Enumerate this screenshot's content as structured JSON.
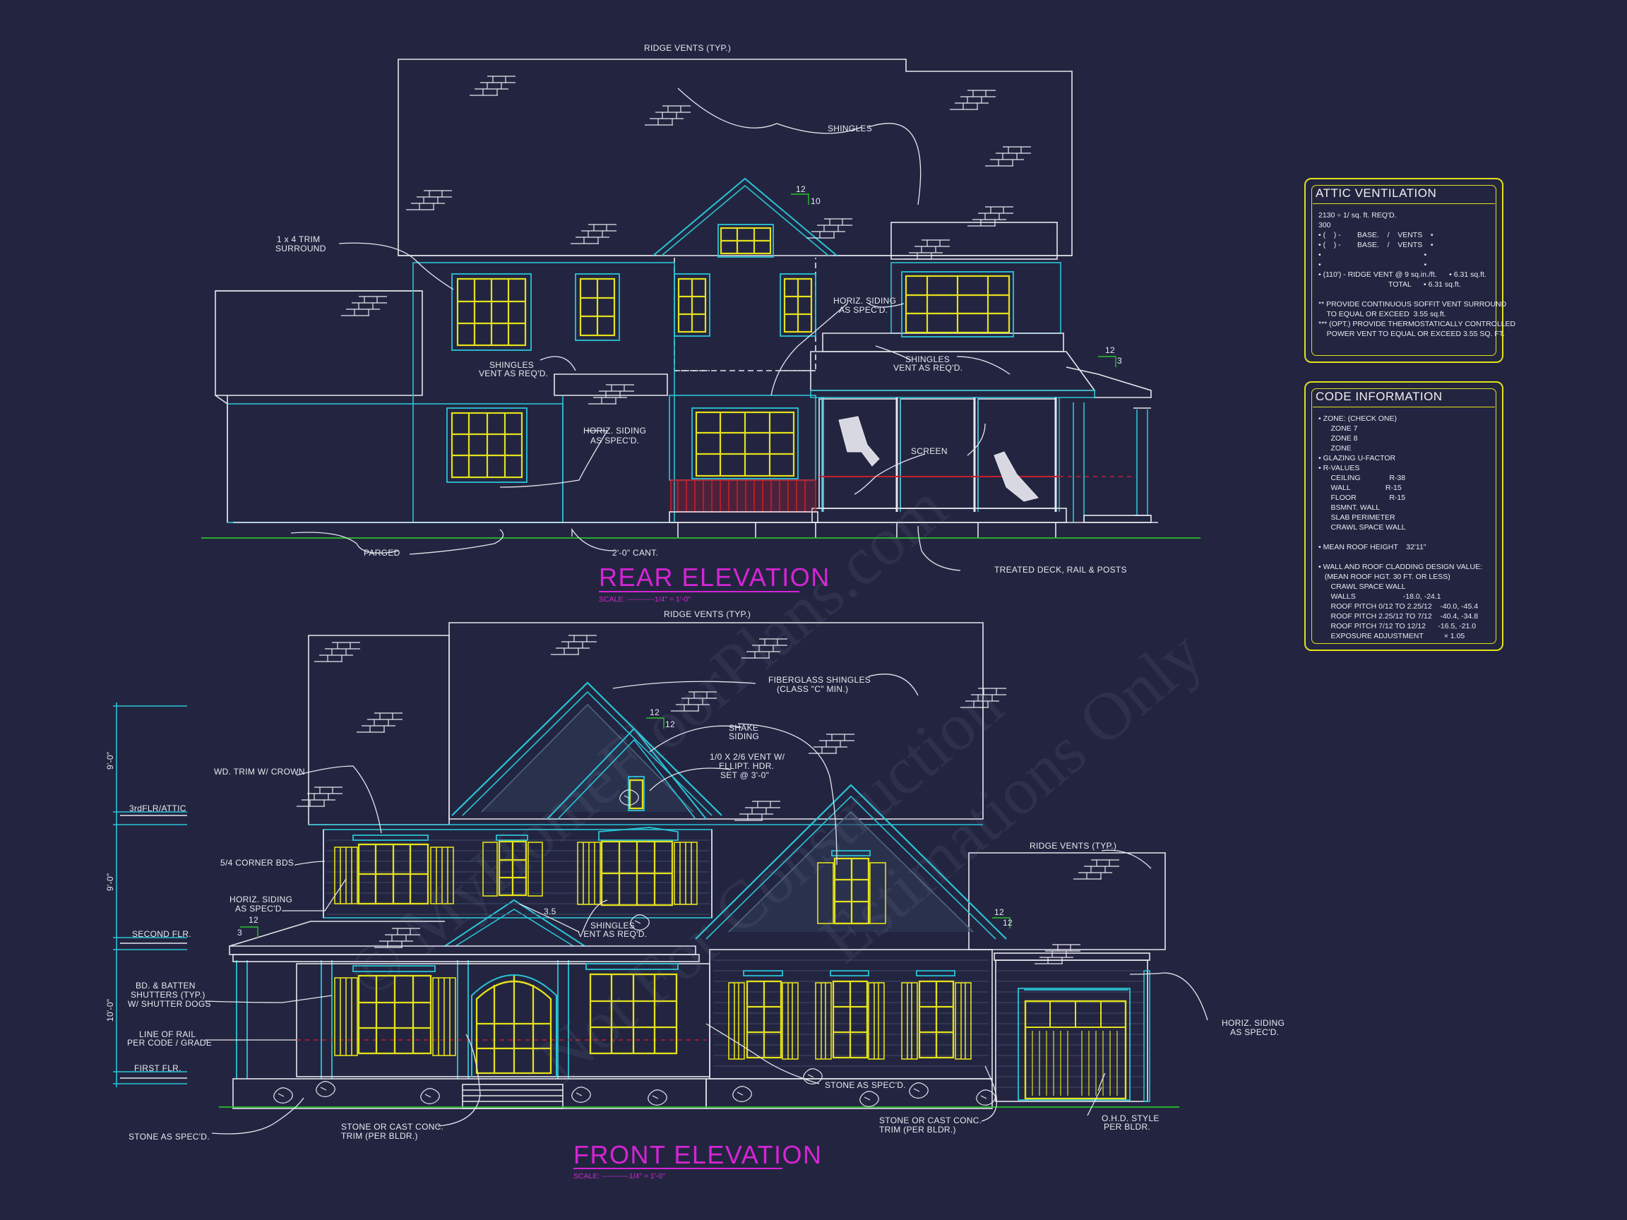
{
  "rear": {
    "title": "REAR ELEVATION",
    "scale": "SCALE: -----------1/4\" = 1'-0\"",
    "labels": {
      "ridge": "RIDGE VENTS (TYP.)",
      "shingles": "SHINGLES",
      "trim1": "1 x 4 TRIM",
      "trim2": "SURROUND",
      "pitch12": "12",
      "pitch10": "10",
      "horiz1a": "HORIZ. SIDING",
      "horiz1b": "AS SPEC'D.",
      "shvent1a": "SHINGLES",
      "shvent1b": "VENT AS REQ'D.",
      "shvent2a": "SHINGLES",
      "shvent2b": "VENT AS REQ'D.",
      "horiz2a": "HORIZ. SIDING",
      "horiz2b": "AS SPEC'D.",
      "screen": "SCREEN",
      "pitch12b": "12",
      "pitch3": "3",
      "parged": "PARGED",
      "cant": "2'-0\" CANT.",
      "deck": "TREATED DECK, RAIL & POSTS"
    }
  },
  "front": {
    "title": "FRONT ELEVATION",
    "scale": "SCALE: -----------1/4\" = 1'-0\"",
    "labels": {
      "ridge": "RIDGE VENTS (TYP.)",
      "fiber1": "FIBERGLASS SHINGLES",
      "fiber2": "(CLASS \"C\" MIN.)",
      "shake1": "SHAKE",
      "shake2": "SIDING",
      "vent1": "1/0 X 2/6 VENT W/",
      "vent2": "ELLIPT. HDR.",
      "vent3": "SET @ 3'-0\"",
      "wdtrim": "WD. TRIM W/ CROWN",
      "corner": "5/4 CORNER BDS.",
      "horiz1a": "HORIZ. SIDING",
      "horiz1b": "AS SPEC'D.",
      "shvent1": "SHINGLES",
      "shvent2": "VENT AS REQ'D.",
      "ridge2": "RIDGE VENTS (TYP.)",
      "bd1": "BD. & BATTEN",
      "bd2": "SHUTTERS (TYP.)",
      "bd3": "W/ SHUTTER DOGS",
      "rail1": "LINE OF RAIL",
      "rail2": "PER CODE / GRADE",
      "stone1": "STONE AS SPEC'D.",
      "stone2": "STONE AS SPEC'D.",
      "cast1a": "STONE OR CAST CONC.",
      "cast1b": "TRIM (PER BLDR.)",
      "cast2a": "STONE OR CAST CONC.",
      "cast2b": "TRIM (PER BLDR.)",
      "horiz2a": "HORIZ. SIDING",
      "horiz2b": "AS SPEC'D.",
      "ohd1": "O.H.D. STYLE",
      "ohd2": "PER BLDR.",
      "p12a": "12",
      "p12b": "12",
      "p12c": "12",
      "p12d": "12",
      "p3": "3",
      "p12e": "12",
      "p35": "3.5"
    },
    "levels": {
      "attic": "3rdFLR/ATTIC",
      "second": "SECOND FLR.",
      "first": "FIRST FLR.",
      "dim1": "9'-0\"",
      "dim2": "9'-0\"",
      "dim3": "10'-0\""
    }
  },
  "attic": {
    "title": "ATTIC VENTILATION",
    "lines": [
      "2130 ÷ 1/ sq. ft. REQ'D.",
      "300",
      "• (    ) -        BASE.    /    VENTS    •",
      "• (    ) -        BASE.    /    VENTS    •",
      "•                                                  •",
      "•                                                  •",
      "• (110') - RIDGE VENT @ 9 sq.in./ft.      • 6.31 sq.ft.",
      "                                  TOTAL      • 6.31 sq.ft.",
      "",
      "** PROVIDE CONTINUOUS SOFFIT VENT SURROUND",
      "    TO EQUAL OR EXCEED  3.55 sq.ft.",
      "*** (OPT.) PROVIDE THERMOSTATICALLY CONTROLLED",
      "    POWER VENT TO EQUAL OR EXCEED 3.55 SQ. FT."
    ]
  },
  "code": {
    "title": "CODE INFORMATION",
    "lines": [
      "• ZONE: (CHECK ONE)",
      "      ZONE 7",
      "      ZONE 8",
      "      ZONE",
      "• GLAZING U-FACTOR",
      "• R-VALUES",
      "      CEILING              R-38",
      "      WALL                 R-15",
      "      FLOOR                R-15",
      "      BSMNT. WALL",
      "      SLAB PERIMETER",
      "      CRAWL SPACE WALL",
      "",
      "• MEAN ROOF HEIGHT    32'11\"",
      "",
      "• WALL AND ROOF CLADDING DESIGN VALUE:",
      "   (MEAN ROOF HGT. 30 FT. OR LESS)",
      "      CRAWL SPACE WALL",
      "      WALLS                       -18.0, -24.1",
      "      ROOF PITCH 0/12 TO 2.25/12    -40.0, -45.4",
      "      ROOF PITCH 2.25/12 TO 7/12    -40.4, -34.8",
      "      ROOF PITCH 7/12 TO 12/12      -16.5, -21.0",
      "      EXPOSURE ADJUSTMENT          × 1.05"
    ]
  },
  "watermark": {
    "line1": "© MyHomeFloorPlans.com",
    "line2": "Not For Construction",
    "line3": "Estimations Only"
  },
  "colors": {
    "background": "#232540",
    "outline": "#e6e6ee",
    "cyan": "#29c4d6",
    "yellow": "#e4e11a",
    "magenta": "#d624d6",
    "red": "#c81d2c",
    "green": "#27c02a"
  }
}
